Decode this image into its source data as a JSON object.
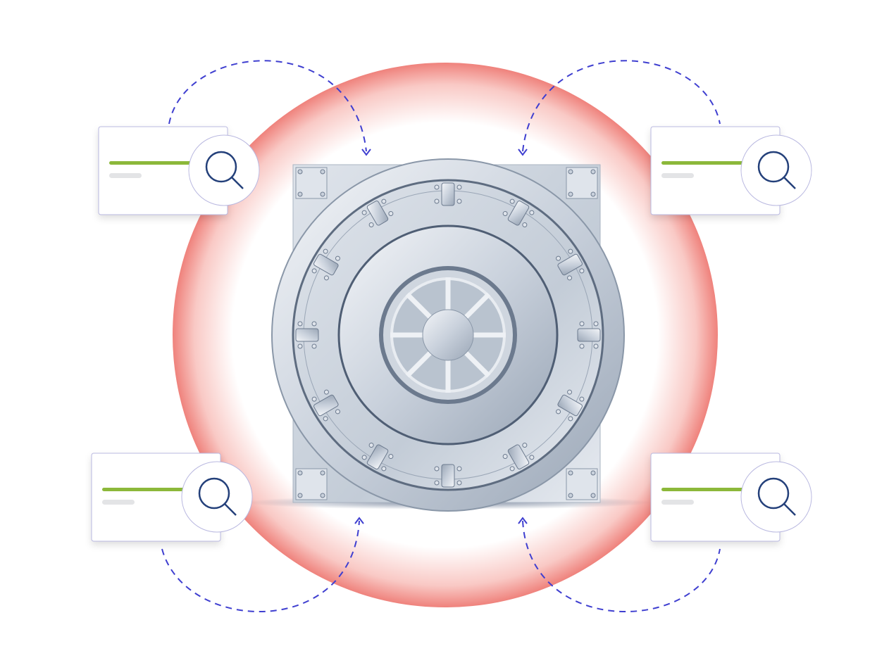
{
  "colors": {
    "ring": "#f08a84",
    "dash": "#3f3fd0",
    "card_border": "#b9b8e0",
    "bar_green": "#8cb83a",
    "bar_gray": "#e3e4e6",
    "magnifier": "#24407a",
    "steel_light": "#eef1f5",
    "steel_dark": "#8a97a8"
  },
  "icons": {
    "center": "vault-door",
    "cards": "search-icon"
  },
  "cards": [
    {
      "position": "top-left"
    },
    {
      "position": "top-right"
    },
    {
      "position": "bottom-left"
    },
    {
      "position": "bottom-right"
    }
  ]
}
